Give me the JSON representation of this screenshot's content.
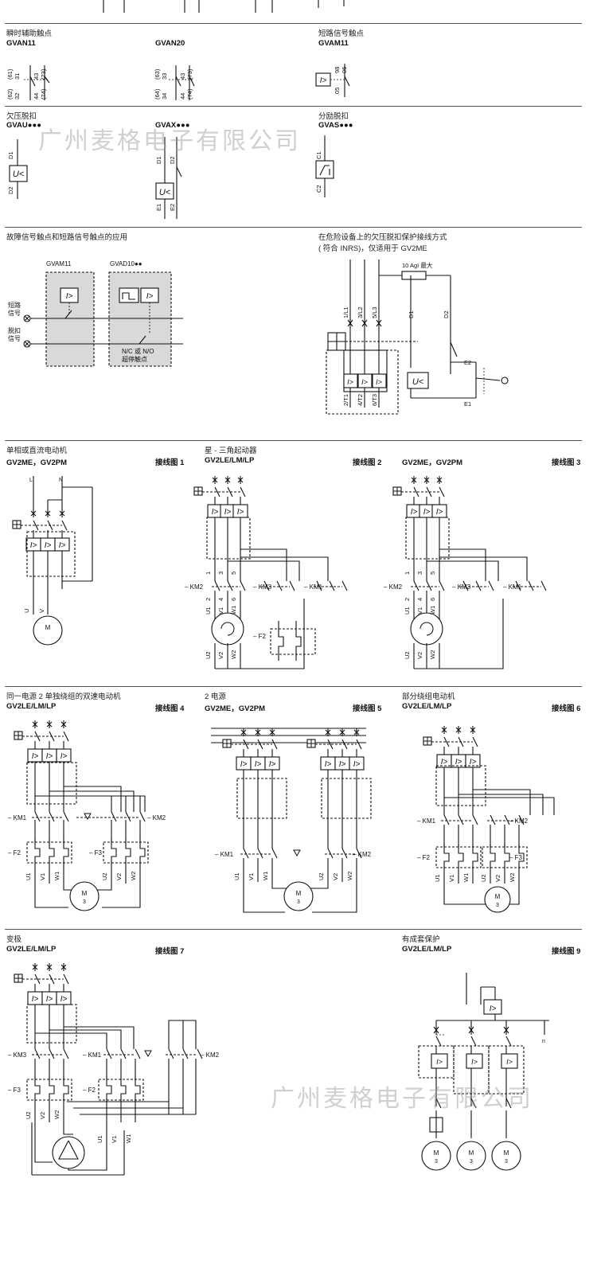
{
  "sections": {
    "instant_aux": {
      "title": "瞬时辅助触点",
      "code_a": "GVAN11",
      "code_b": "GVAN20"
    },
    "short_signal": {
      "title": "短路信号触点",
      "code": "GVAM11"
    },
    "undervoltage": {
      "title": "欠压脱扣",
      "code_a": "GVAU●●●",
      "code_b": "GVAX●●●"
    },
    "shunt": {
      "title": "分励脱扣",
      "code": "GVAS●●●"
    },
    "fault_app": {
      "title": "故障信号触点和短路信号触点的应用",
      "code_a": "GVAM11",
      "code_b": "GVAD10●●",
      "label_short": [
        "短路",
        "信号"
      ],
      "label_trip": [
        "脱扣",
        "信号"
      ],
      "note": [
        "N/C 或 N/O",
        "超停触点"
      ]
    },
    "hazard": {
      "title_lines": [
        "在危险设备上的欠压脱扣保护接线方式",
        "( 符合 INRS)，仅适用于 GV2ME"
      ],
      "fuse": "10 AgI 最大"
    },
    "d1": {
      "title": "单相或直流电动机",
      "code": "GV2ME，GV2PM",
      "no": "接线图 1"
    },
    "d2": {
      "title": "星 - 三角起动器",
      "code": "GV2LE/LM/LP",
      "no": "接线图 2"
    },
    "d3": {
      "title": "",
      "code": "GV2ME，GV2PM",
      "no": "接线图 3"
    },
    "d4": {
      "title": "同一电源 2 单独绕组的双速电动机",
      "code": "GV2LE/LM/LP",
      "no": "接线图 4"
    },
    "d5": {
      "title": "2 电源",
      "code": "GV2ME，GV2PM",
      "no": "接线图 5"
    },
    "d6": {
      "title": "部分绕组电动机",
      "code": "GV2LE/LM/LP",
      "no": "接线图 6"
    },
    "d7": {
      "title": "变极",
      "code": "GV2LE/LM/LP",
      "no": "接线图 7"
    },
    "d9": {
      "title": "有成套保护",
      "code": "GV2LE/LM/LP",
      "no": "接线图 9"
    }
  },
  "labels": {
    "km1": "KM1",
    "km2": "KM2",
    "km3": "KM3",
    "f2": "F2",
    "f3": "F3",
    "motor": "M",
    "motor3": "3",
    "trip_i": "I>",
    "trip_u": "U<",
    "t1": "2/T1",
    "t2": "4/T2",
    "t3": "6/T3",
    "l1": "1/L1",
    "l2": "3/L2",
    "l3": "5/L3",
    "d1": "D1",
    "d2": "D2",
    "e1": "E1",
    "e2": "E2",
    "c1": "C1",
    "c2": "C2",
    "n": "n"
  },
  "watermark": "广州麦格电子有限公司"
}
